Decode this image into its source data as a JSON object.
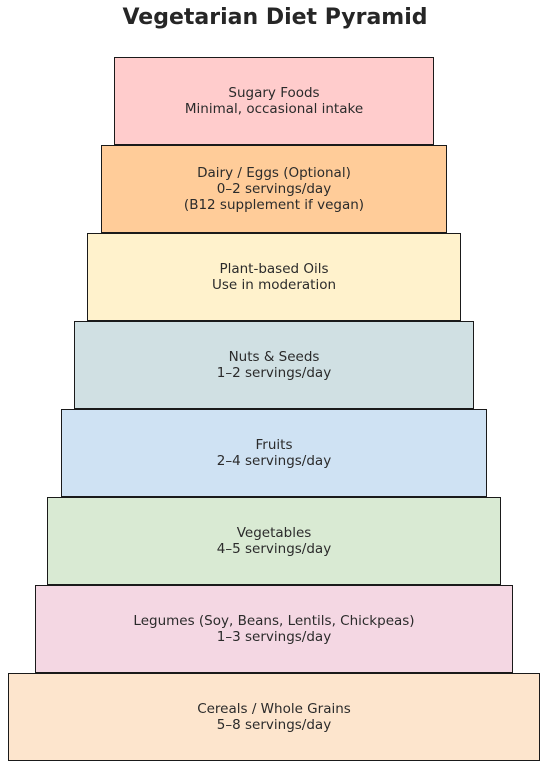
{
  "title": "Vegetarian Diet Pyramid",
  "tiers": [
    {
      "name": "Sugary Foods",
      "lines": [
        "Sugary Foods",
        "Minimal, occasional intake"
      ],
      "color": "#ffcccc"
    },
    {
      "name": "Dairy / Eggs",
      "lines": [
        "Dairy / Eggs (Optional)",
        "0–2 servings/day",
        "(B12 supplement if vegan)"
      ],
      "color": "#ffcc99"
    },
    {
      "name": "Plant-based Oils",
      "lines": [
        "Plant-based Oils",
        "Use in moderation"
      ],
      "color": "#fff2cc"
    },
    {
      "name": "Nuts & Seeds",
      "lines": [
        "Nuts & Seeds",
        "1–2 servings/day"
      ],
      "color": "#d0e0e3"
    },
    {
      "name": "Fruits",
      "lines": [
        "Fruits",
        "2–4 servings/day"
      ],
      "color": "#cfe2f3"
    },
    {
      "name": "Vegetables",
      "lines": [
        "Vegetables",
        "4–5 servings/day"
      ],
      "color": "#d9ead3"
    },
    {
      "name": "Legumes",
      "lines": [
        "Legumes (Soy, Beans, Lentils, Chickpeas)",
        "1–3 servings/day"
      ],
      "color": "#f4d7e3"
    },
    {
      "name": "Cereals / Whole Grains",
      "lines": [
        "Cereals / Whole Grains",
        "5–8 servings/day"
      ],
      "color": "#fde5cd"
    }
  ]
}
